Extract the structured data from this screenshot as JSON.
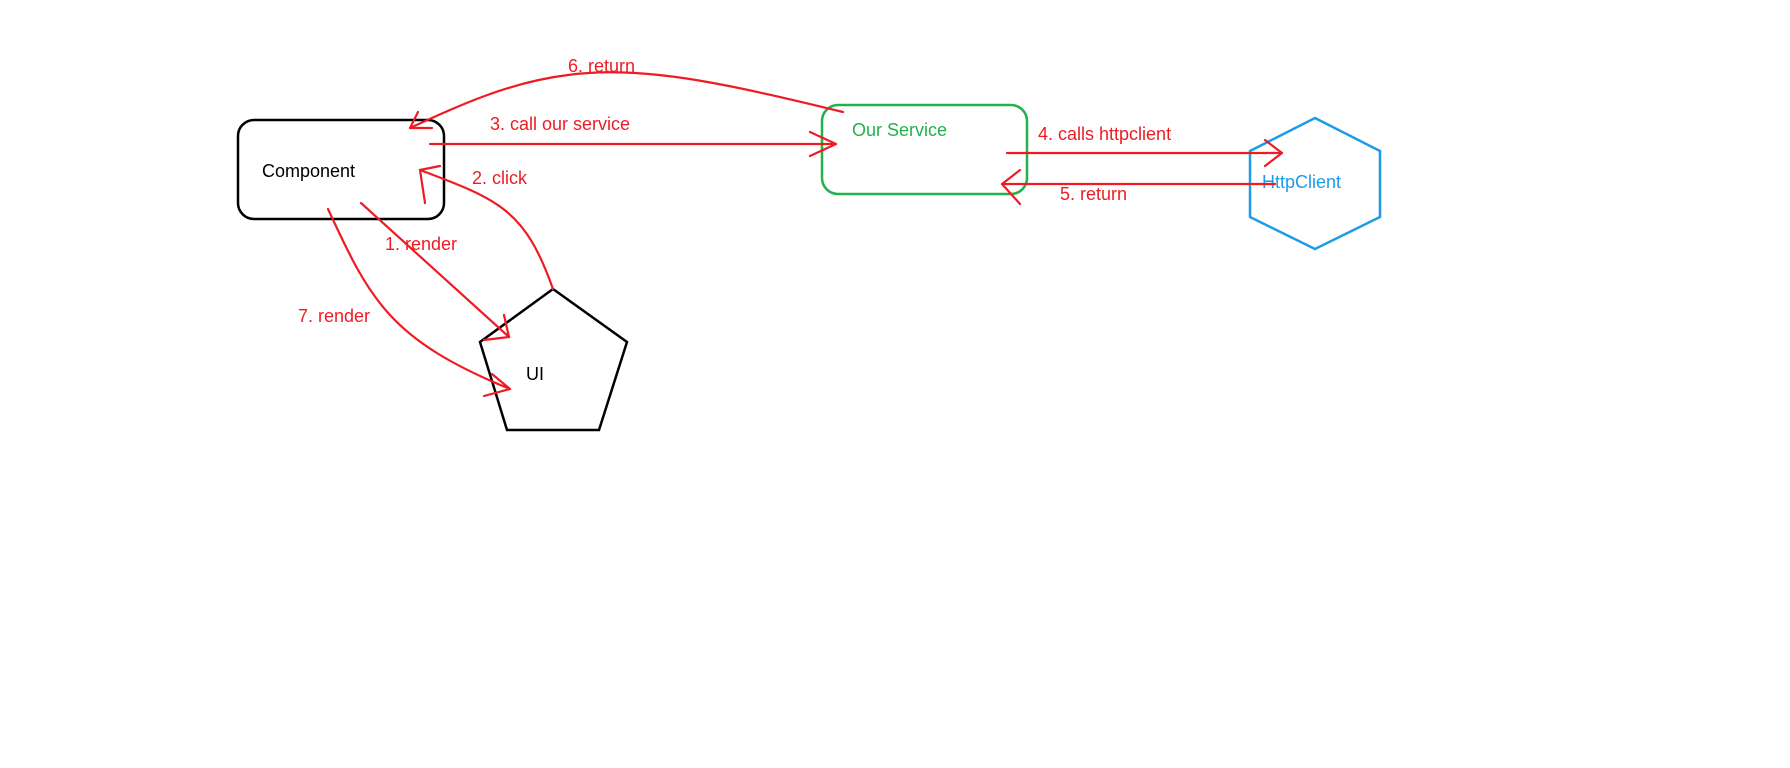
{
  "colors": {
    "component": "#000000",
    "service": "#22b14c",
    "httpclient": "#1e9be6",
    "ui": "#000000",
    "arrow": "#ed1c24"
  },
  "nodes": {
    "component": {
      "label": "Component",
      "shape": "rounded-rectangle"
    },
    "service": {
      "label": "Our Service",
      "shape": "rounded-rectangle"
    },
    "httpclient": {
      "label": "HttpClient",
      "shape": "hexagon"
    },
    "ui": {
      "label": "UI",
      "shape": "pentagon"
    }
  },
  "edges": [
    {
      "id": "render1",
      "label": "1. render",
      "from": "component",
      "to": "ui"
    },
    {
      "id": "click",
      "label": "2. click",
      "from": "ui",
      "to": "component"
    },
    {
      "id": "call",
      "label": "3. call our service",
      "from": "component",
      "to": "service"
    },
    {
      "id": "calls",
      "label": "4. calls httpclient",
      "from": "service",
      "to": "httpclient"
    },
    {
      "id": "return5",
      "label": "5. return",
      "from": "httpclient",
      "to": "service"
    },
    {
      "id": "return6",
      "label": "6. return",
      "from": "service",
      "to": "component"
    },
    {
      "id": "render7",
      "label": "7. render",
      "from": "component",
      "to": "ui"
    }
  ]
}
